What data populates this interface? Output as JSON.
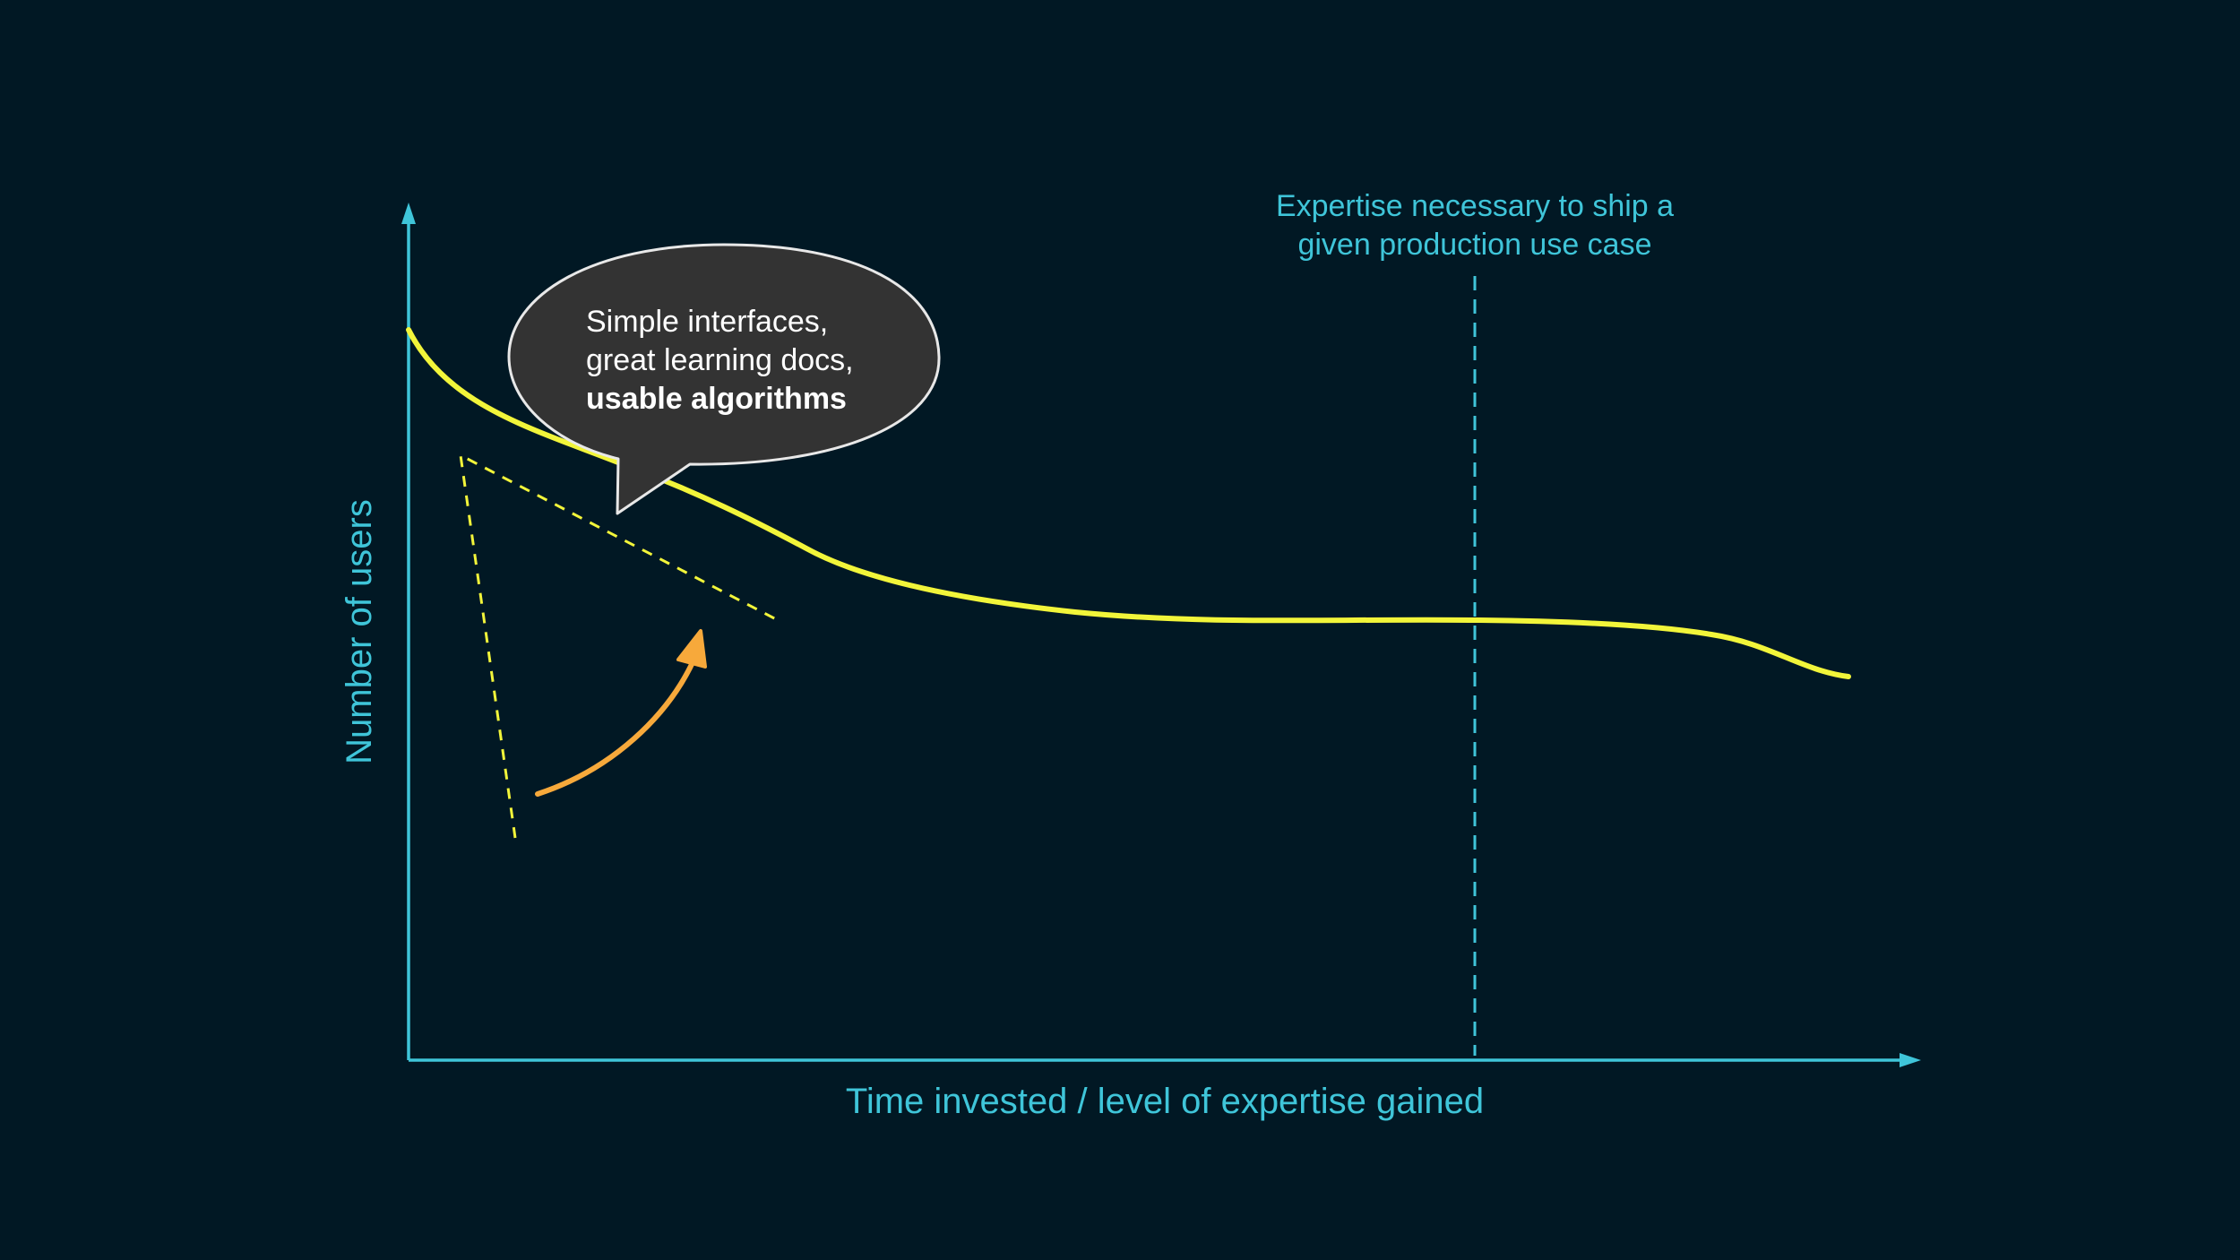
{
  "x_axis_label": "Time invested / level of expertise gained",
  "y_axis_label": "Number of users",
  "threshold_annotation": {
    "line1": "Expertise necessary to ship a",
    "line2": "given production use case"
  },
  "speech_bubble": {
    "line1": "Simple interfaces,",
    "line2": "great learning docs,",
    "line3_bold": "usable algorithms"
  },
  "colors": {
    "background": "#011824",
    "axis": "#3fc5d9",
    "curve": "#f2f53a",
    "arrow": "#f7a93b",
    "bubble_fill": "#333333",
    "bubble_stroke": "#e8e8e8",
    "bubble_text": "#ffffff",
    "dashed_triangle": "#f2f53a"
  }
}
